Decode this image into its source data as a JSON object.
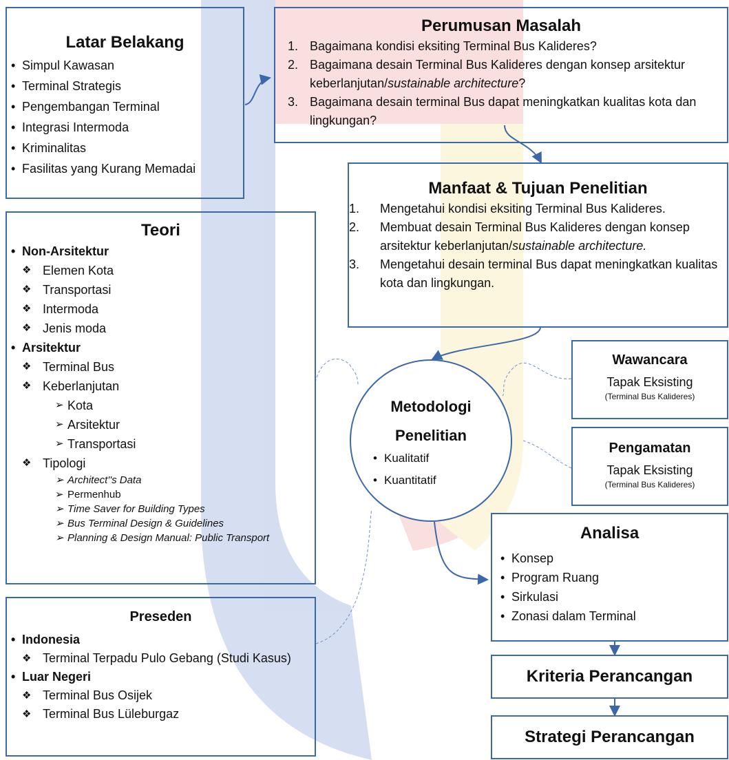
{
  "latar": {
    "title": "Latar Belakang",
    "items": [
      "Simpul Kawasan",
      "Terminal Strategis",
      "Pengembangan Terminal",
      "Integrasi Intermoda",
      "Kriminalitas",
      "Fasilitas yang Kurang Memadai"
    ]
  },
  "perumusan": {
    "title": "Perumusan Masalah",
    "items": [
      {
        "n": "1.",
        "text": "Bagaimana kondisi eksiting Terminal Bus Kalideres?"
      },
      {
        "n": "2.",
        "text_a": "Bagaimana desain Terminal Bus Kalideres dengan konsep arsitektur keberlanjutan/",
        "text_i": "sustainable architecture",
        "text_b": "?"
      },
      {
        "n": "3.",
        "text": "Bagaimana desain terminal Bus dapat meningkatkan kualitas kota dan lingkungan?"
      }
    ]
  },
  "manfaat": {
    "title": "Manfaat & Tujuan Penelitian",
    "items": [
      {
        "n": "1.",
        "text": "Mengetahui kondisi eksiting Terminal Bus Kalideres."
      },
      {
        "n": "2.",
        "text_a": "Membuat desain Terminal Bus Kalideres dengan konsep arsitektur keberlanjutan/",
        "text_i": "sustainable architecture."
      },
      {
        "n": "3.",
        "text": "Mengetahui desain terminal Bus dapat meningkatkan kualitas kota dan lingkungan."
      }
    ]
  },
  "teori": {
    "title": "Teori",
    "non_arsitektur": {
      "label": "Non-Arsitektur",
      "items": [
        "Elemen Kota",
        "Transportasi",
        "Intermoda",
        "Jenis moda"
      ]
    },
    "arsitektur": {
      "label": "Arsitektur",
      "terminal": "Terminal Bus",
      "keberlanjutan": "Keberlanjutan",
      "keberlanjutan_items": [
        "Kota",
        "Arsitektur",
        "Transportasi"
      ],
      "tipologi": "Tipologi",
      "tipologi_items": [
        "Architect''s Data",
        "Permenhub",
        "Time Saver for Building Types",
        "Bus Terminal Design & Guidelines",
        "Planning & Design Manual: Public Transport"
      ]
    }
  },
  "preseden": {
    "title": "Preseden",
    "indonesia": {
      "label": "Indonesia",
      "items": [
        "Terminal Terpadu Pulo Gebang (Studi Kasus)"
      ]
    },
    "luar": {
      "label": "Luar Negeri",
      "items": [
        "Terminal Bus Osijek",
        "Terminal Bus Lüleburgaz"
      ]
    }
  },
  "metodologi": {
    "title_1": "Metodologi",
    "title_2": "Penelitian",
    "items": [
      "Kualitatif",
      "Kuantitatif"
    ]
  },
  "wawancara": {
    "title": "Wawancara",
    "line": "Tapak Eksisting",
    "sub": "(Terminal Bus Kalideres)"
  },
  "pengamatan": {
    "title": "Pengamatan",
    "line": "Tapak Eksisting",
    "sub": "(Terminal Bus Kalideres)"
  },
  "analisa": {
    "title": "Analisa",
    "items": [
      "Konsep",
      "Program Ruang",
      "Sirkulasi",
      "Zonasi dalam Terminal"
    ]
  },
  "kriteria": {
    "title": "Kriteria Perancangan"
  },
  "strategi": {
    "title": "Strategi Perancangan"
  },
  "colors": {
    "border": "#3c68a8",
    "watermark_blue": "#8aa0d8",
    "watermark_red": "#f2a4a4",
    "watermark_yellow": "#fbe7a6"
  }
}
